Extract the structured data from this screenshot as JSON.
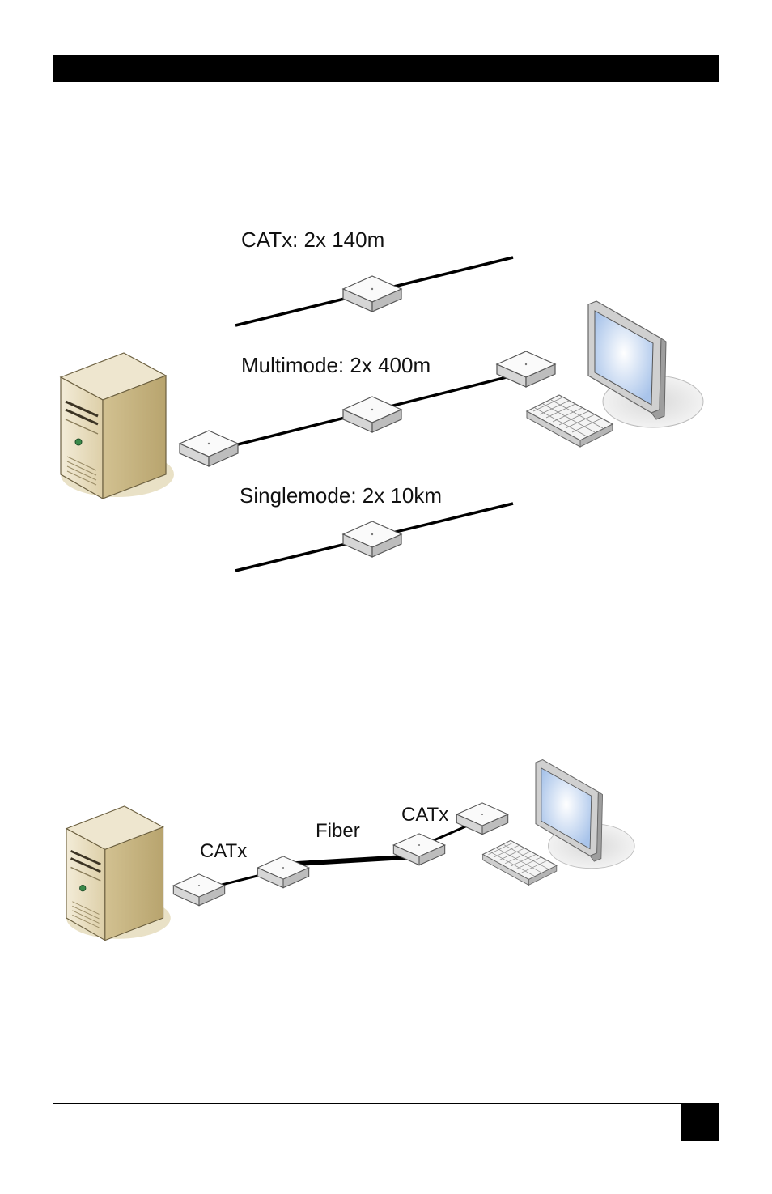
{
  "diagram1": {
    "labels": {
      "catx": "CATx: 2x 140m",
      "multimode": "Multimode: 2x 400m",
      "singlemode": "Singlemode: 2x 10km"
    }
  },
  "diagram2": {
    "labels": {
      "catx_left": "CATx",
      "fiber": "Fiber",
      "catx_right": "CATx"
    }
  },
  "colors": {
    "header_bar": "#000000",
    "cable": "#000000",
    "tower_body": "#e8dcc0",
    "device_body": "#f2f2f2",
    "screen": "#cfe0f5"
  }
}
